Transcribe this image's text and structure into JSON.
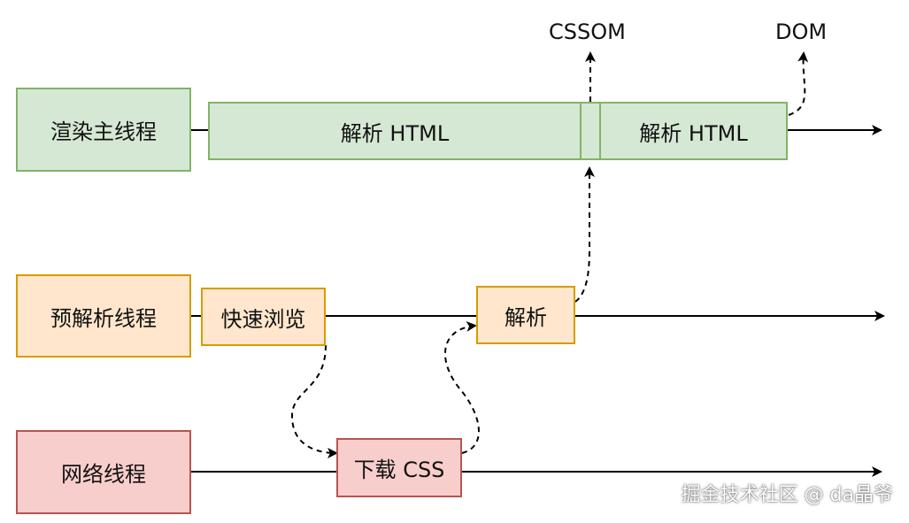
{
  "threads": {
    "main": "渲染主线程",
    "preparse": "预解析线程",
    "network": "网络线程"
  },
  "tasks": {
    "parse_html_1": "解析 HTML",
    "parse_html_2": "解析 HTML",
    "quick_scan": "快速浏览",
    "parse": "解析",
    "download_css": "下载 CSS"
  },
  "outputs": {
    "cssom": "CSSOM",
    "dom": "DOM"
  },
  "watermark": "掘金技术社区 @ da晶爷",
  "colors": {
    "green_fill": "#d5e8d4",
    "green_border": "#82b366",
    "orange_fill": "#ffe6cc",
    "orange_border": "#d79b00",
    "red_fill": "#f8cecc",
    "red_border": "#b85450"
  }
}
